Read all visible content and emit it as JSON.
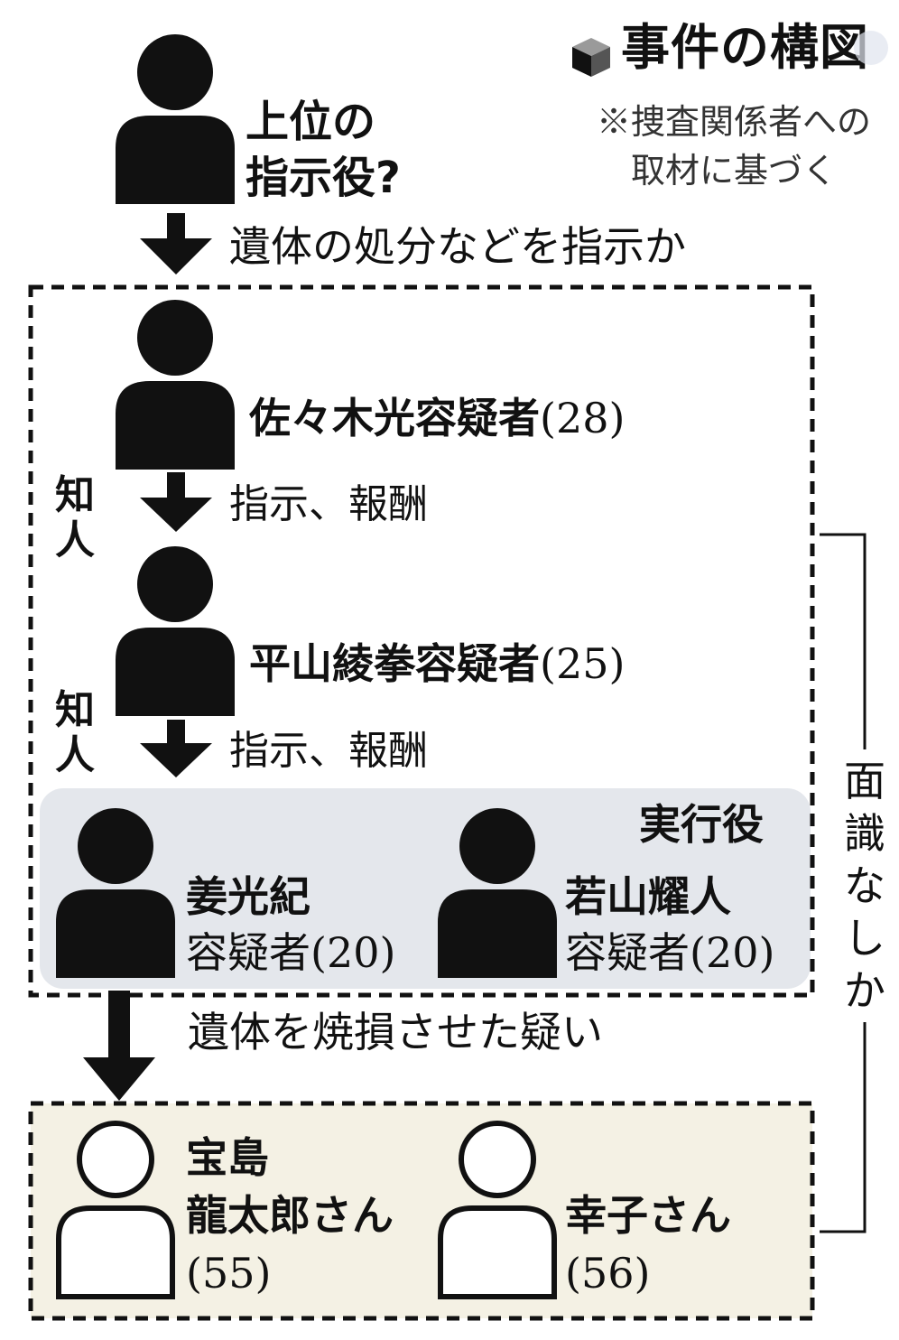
{
  "header": {
    "title": "事件の構図",
    "note_line1": "※捜査関係者への",
    "note_line2": "取材に基づく"
  },
  "nodes": {
    "top": {
      "line1": "上位の",
      "line2": "指示役?"
    },
    "sasaki": {
      "name": "佐々木光容疑者",
      "age": "(28)"
    },
    "hirayama": {
      "name": "平山綾拳容疑者",
      "age": "(25)"
    },
    "kyo": {
      "name": "姜光紀",
      "role": "容疑者",
      "age": "(20)"
    },
    "wakayama": {
      "name": "若山耀人",
      "role": "容疑者",
      "age": "(20)"
    },
    "ryutaro": {
      "line1": "宝島",
      "line2": "龍太郎さん",
      "age": "(55)"
    },
    "sachiko": {
      "name": "幸子さん",
      "age": "(56)"
    }
  },
  "edges": {
    "top_to_sasaki": "遺体の処分などを指示か",
    "sasaki_to_hirayama": "指示、報酬",
    "hirayama_to_exec": "指示、報酬",
    "exec_to_victims": "遺体を焼損させた疑い"
  },
  "relations": {
    "acquaintance_1": "知人",
    "acquaintance_2": "知人",
    "no_contact": "面識なしか"
  },
  "groups": {
    "executors": "実行役"
  },
  "colors": {
    "executor_panel": "#e4e7ec",
    "victim_panel": "#f4f1e4",
    "ink": "#111111"
  }
}
